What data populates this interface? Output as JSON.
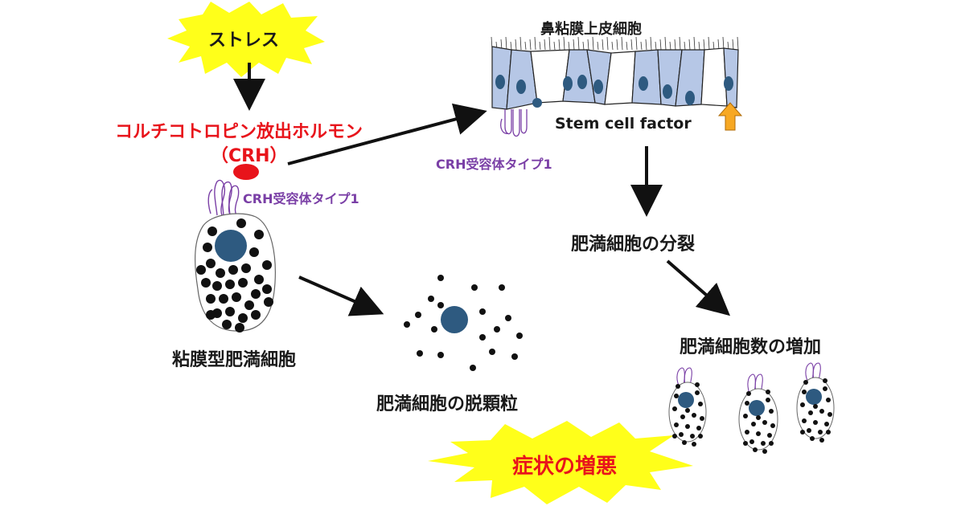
{
  "labels": {
    "stress": "ストレス",
    "crh_name": "コルチコトロピン放出ホルモン",
    "crh_abbr": "（CRH）",
    "receptor_left": "CRH受容体タイプ1",
    "receptor_top": "CRH受容体タイプ1",
    "epithelium": "鼻粘膜上皮細胞",
    "stem_cell_factor": "Stem cell factor",
    "mucosal_mast_cell": "粘膜型肥満細胞",
    "degranulation": "肥満細胞の脱顆粒",
    "division": "肥満細胞の分裂",
    "increase": "肥満細胞数の増加",
    "worsening": "症状の増悪"
  },
  "colors": {
    "burst": "#ffff1a",
    "crh_text": "#e8141b",
    "crh_dot": "#e8141b",
    "receptor": "#7a3fa6",
    "epithelium_fill": "#b6c7e6",
    "nucleus": "#2e5a80",
    "granule": "#111111",
    "arrow": "#111111",
    "up_arrow": "#f7a823"
  },
  "icons": {
    "up_arrow": "orange-up-arrow-icon"
  }
}
